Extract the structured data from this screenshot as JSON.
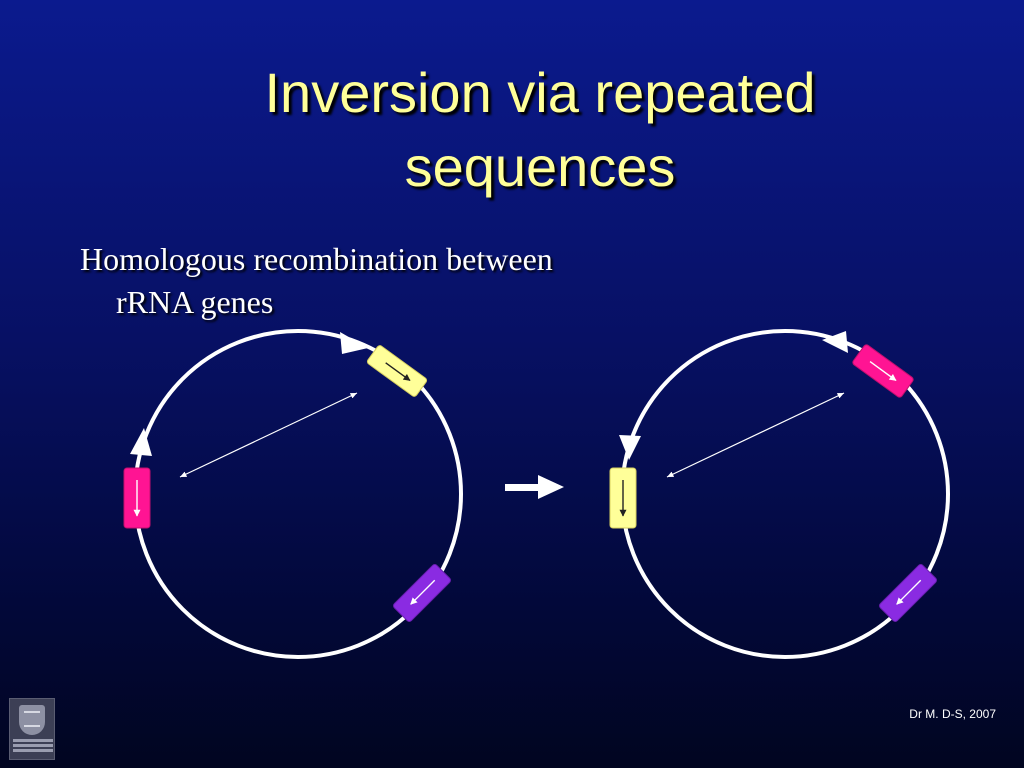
{
  "slide": {
    "title_line1": "Inversion via repeated",
    "title_line2": "sequences",
    "bullet_line1": "Homologous recombination between",
    "bullet_line2": "rRNA genes",
    "credit": "Dr M. D-S, 2007"
  },
  "colors": {
    "title": "#ffff99",
    "gene_yellow": "#ffff99",
    "gene_pink": "#ff1493",
    "gene_purple": "#8a2be2",
    "circle": "#ffffff"
  },
  "icons": {
    "logo": "university-crest-icon"
  }
}
